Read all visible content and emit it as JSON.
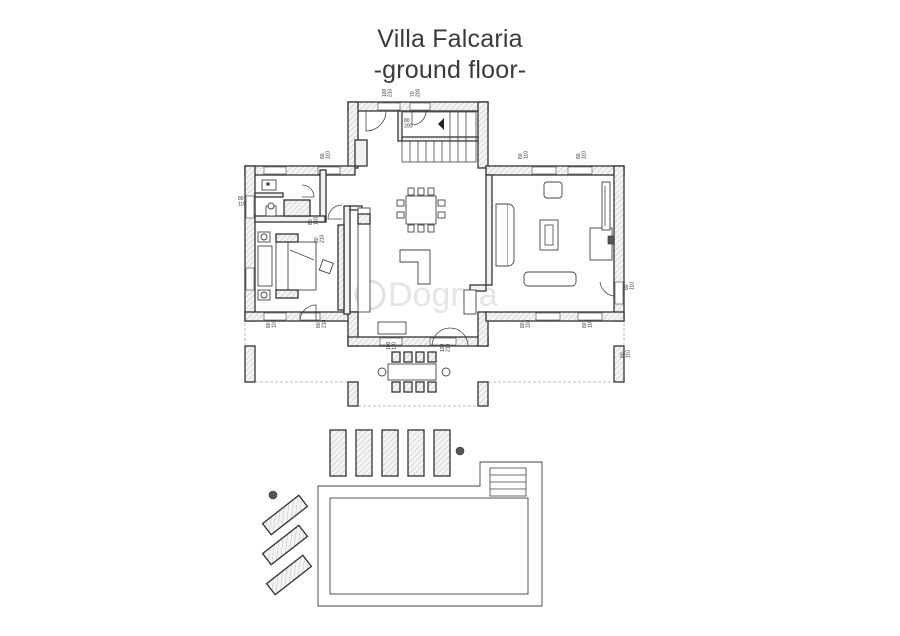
{
  "drawing": {
    "title": "Villa Falcaria",
    "subtitle": "-ground floor-",
    "watermark": "Dogma"
  },
  "dimension_labels": [
    {
      "name": "entry-door",
      "w": "100",
      "h": "210"
    },
    {
      "name": "hall-door",
      "w": "70",
      "h": "200"
    },
    {
      "name": "stair-door",
      "w": "80",
      "h": "200"
    },
    {
      "name": "wc-window",
      "w": "80",
      "h": "110"
    },
    {
      "name": "left-window",
      "w": "80",
      "h": "110"
    },
    {
      "name": "bath-window",
      "w": "80",
      "h": "110"
    },
    {
      "name": "living-window-1",
      "w": "80",
      "h": "110"
    },
    {
      "name": "living-window-2",
      "w": "80",
      "h": "110"
    },
    {
      "name": "right-window",
      "w": "80",
      "h": "110"
    },
    {
      "name": "bed-door",
      "w": "80",
      "h": "210"
    },
    {
      "name": "bed-window-bottom",
      "w": "80",
      "h": "110"
    },
    {
      "name": "bottom-door",
      "w": "80",
      "h": "210"
    },
    {
      "name": "kitchen-window",
      "w": "100",
      "h": "110"
    },
    {
      "name": "terrace-door",
      "w": "120",
      "h": "210"
    },
    {
      "name": "living-window-bottom",
      "w": "80",
      "h": "110"
    },
    {
      "name": "side-window",
      "w": "80",
      "h": "110"
    },
    {
      "name": "living-window-bottom-2",
      "w": "80",
      "h": "110"
    }
  ],
  "legend_colors": {
    "wall": "#333333",
    "fill": "#f2f2f2",
    "watermark": "#d6dbe0"
  }
}
